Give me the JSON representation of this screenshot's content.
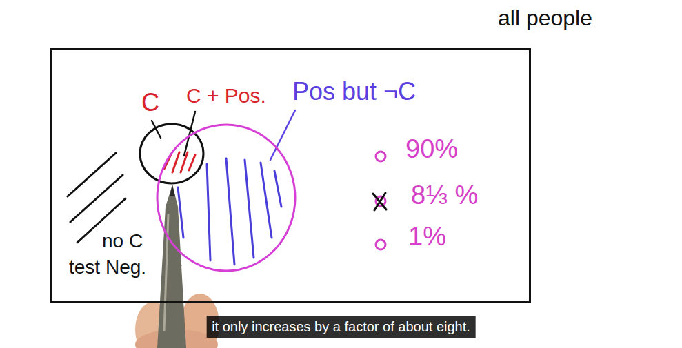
{
  "diagram": {
    "caption": "it only increases by a factor of about eight.",
    "nodes": [
      {
        "text": [
          "all people"
        ]
      },
      {
        "text": [
          "C"
        ],
        "in": 0
      },
      {
        "text": [
          "Pos but ¬C"
        ],
        "in": 0
      }
    ],
    "labels": [
      "C + Pos.",
      "no C",
      "test Neg.",
      "90%",
      "8⅓ %",
      "1%"
    ]
  }
}
